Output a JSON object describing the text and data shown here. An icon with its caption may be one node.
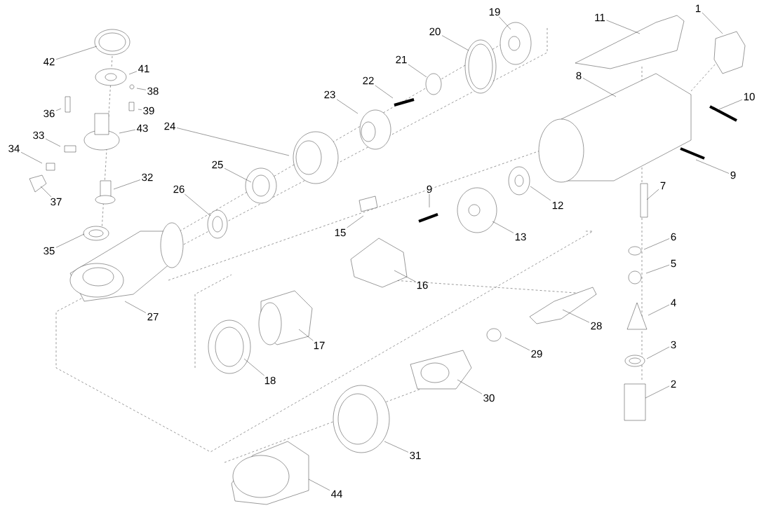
{
  "diagram": {
    "nodes": [
      {
        "text": [
          "19"
        ]
      },
      {
        "text": [
          "1"
        ]
      },
      {
        "text": [
          "11"
        ]
      },
      {
        "text": [
          "20"
        ]
      },
      {
        "text": [
          "42"
        ]
      },
      {
        "text": [
          "21"
        ]
      },
      {
        "text": [
          "41"
        ]
      },
      {
        "text": [
          "8"
        ]
      },
      {
        "text": [
          "22"
        ]
      },
      {
        "text": [
          "38"
        ]
      },
      {
        "text": [
          "23"
        ]
      },
      {
        "text": [
          "10"
        ]
      },
      {
        "text": [
          "39"
        ]
      },
      {
        "text": [
          "36"
        ]
      },
      {
        "text": [
          "24"
        ]
      },
      {
        "text": [
          "43"
        ]
      },
      {
        "text": [
          "33"
        ]
      },
      {
        "text": [
          "34"
        ]
      },
      {
        "text": [
          "25"
        ]
      },
      {
        "text": [
          "9"
        ]
      },
      {
        "text": [
          "32"
        ]
      },
      {
        "text": [
          "7"
        ]
      },
      {
        "text": [
          "9"
        ]
      },
      {
        "text": [
          "26"
        ]
      },
      {
        "text": [
          "37"
        ]
      },
      {
        "text": [
          "12"
        ]
      },
      {
        "text": [
          "15"
        ]
      },
      {
        "text": [
          "13"
        ]
      },
      {
        "text": [
          "6"
        ]
      },
      {
        "text": [
          "35"
        ]
      },
      {
        "text": [
          "5"
        ]
      },
      {
        "text": [
          "16"
        ]
      },
      {
        "text": [
          "4"
        ]
      },
      {
        "text": [
          "27"
        ]
      },
      {
        "text": [
          "28"
        ]
      },
      {
        "text": [
          "17"
        ]
      },
      {
        "text": [
          "3"
        ]
      },
      {
        "text": [
          "29"
        ]
      },
      {
        "text": [
          "18"
        ]
      },
      {
        "text": [
          "2"
        ]
      },
      {
        "text": [
          "30"
        ]
      },
      {
        "text": [
          "31"
        ]
      },
      {
        "text": [
          "44"
        ]
      }
    ],
    "edges": [
      {
        "from": 0,
        "to": null,
        "arrow": "none"
      },
      {
        "from": 1,
        "to": null,
        "arrow": "none"
      },
      {
        "from": 2,
        "to": null,
        "arrow": "none"
      },
      {
        "from": 3,
        "to": null,
        "arrow": "none"
      },
      {
        "from": 4,
        "to": null,
        "arrow": "none"
      },
      {
        "from": 5,
        "to": null,
        "arrow": "none"
      },
      {
        "from": 6,
        "to": null,
        "arrow": "none"
      },
      {
        "from": 7,
        "to": null,
        "arrow": "none"
      },
      {
        "from": 8,
        "to": null,
        "arrow": "none"
      },
      {
        "from": 9,
        "to": null,
        "arrow": "none"
      },
      {
        "from": 10,
        "to": null,
        "arrow": "none"
      },
      {
        "from": 11,
        "to": null,
        "arrow": "none"
      },
      {
        "from": 12,
        "to": null,
        "arrow": "none"
      },
      {
        "from": 13,
        "to": null,
        "arrow": "none"
      },
      {
        "from": 14,
        "to": null,
        "arrow": "none"
      },
      {
        "from": 15,
        "to": null,
        "arrow": "none"
      },
      {
        "from": 16,
        "to": null,
        "arrow": "none"
      },
      {
        "from": 17,
        "to": null,
        "arrow": "none"
      },
      {
        "from": 18,
        "to": null,
        "arrow": "none"
      },
      {
        "from": 19,
        "to": null,
        "arrow": "none"
      },
      {
        "from": 20,
        "to": null,
        "arrow": "none"
      },
      {
        "from": 21,
        "to": null,
        "arrow": "none"
      },
      {
        "from": 22,
        "to": null,
        "arrow": "none"
      },
      {
        "from": 23,
        "to": null,
        "arrow": "none"
      },
      {
        "from": 24,
        "to": null,
        "arrow": "none"
      },
      {
        "from": 25,
        "to": null,
        "arrow": "none"
      },
      {
        "from": 26,
        "to": null,
        "arrow": "none"
      },
      {
        "from": 27,
        "to": null,
        "arrow": "none"
      },
      {
        "from": 28,
        "to": null,
        "arrow": "none"
      },
      {
        "from": 29,
        "to": null,
        "arrow": "none"
      },
      {
        "from": 30,
        "to": null,
        "arrow": "none"
      },
      {
        "from": 31,
        "to": null,
        "arrow": "none"
      },
      {
        "from": 32,
        "to": null,
        "arrow": "none"
      },
      {
        "from": 33,
        "to": null,
        "arrow": "none"
      },
      {
        "from": 34,
        "to": null,
        "arrow": "none"
      },
      {
        "from": 35,
        "to": null,
        "arrow": "none"
      },
      {
        "from": 36,
        "to": null,
        "arrow": "none"
      },
      {
        "from": 37,
        "to": null,
        "arrow": "none"
      },
      {
        "from": 38,
        "to": null,
        "arrow": "none"
      },
      {
        "from": 39,
        "to": null,
        "arrow": "none"
      },
      {
        "from": 40,
        "to": null,
        "arrow": "none"
      },
      {
        "from": 41,
        "to": null,
        "arrow": "none"
      },
      {
        "from": 42,
        "to": null,
        "arrow": "none"
      }
    ]
  }
}
